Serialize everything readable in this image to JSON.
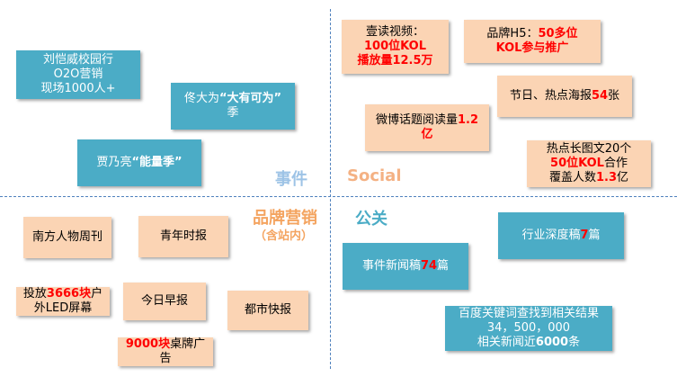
{
  "quadrant_labels": {
    "event": "事件",
    "social": "Social",
    "brand_marketing": "品牌营销",
    "brand_marketing_sub": "（含站内）",
    "pr": "公关"
  },
  "boxes": {
    "liu": {
      "l1": "刘恺威校园行",
      "l2": "O2O营销",
      "l3": "现场1000人+"
    },
    "tong": {
      "l1": "佟大为",
      "l1b": "“大有可为”",
      "l2": "季"
    },
    "jia": {
      "l1": "贾乃亮",
      "l1b": "“能量季”"
    },
    "video": {
      "l1": "壹读视频：",
      "l2": "100位KOL",
      "l3": "播放量12.5万"
    },
    "h5": {
      "l1a": "品牌H5：",
      "l1b": "50多位",
      "l2": "KOL参与推广"
    },
    "festival": {
      "t1": "节日、热点海报",
      "t2": "54",
      "t3": "张"
    },
    "weibo": {
      "t1": "微博话题阅读量",
      "t2": "1.2",
      "l2": "亿"
    },
    "hotspot": {
      "l1": "热点长图文20个",
      "l2": "50位KOL",
      "l2b": "合作",
      "l3a": "覆盖人数",
      "l3b": "1.3",
      "l3c": "亿"
    },
    "nanfang": {
      "l1": "南方人物周刊"
    },
    "qingnian": {
      "l1": "青年时报"
    },
    "led": {
      "l1a": "投放",
      "l1b": "3666块",
      "l1c": "户",
      "l2": "外LED屏幕"
    },
    "jinri": {
      "l1": "今日早报"
    },
    "dushi": {
      "l1": "都市快报"
    },
    "desk": {
      "l1a": "9000块",
      "l1b": "桌牌广",
      "l2": "告"
    },
    "depth": {
      "t1": "行业深度稿",
      "t2": "7",
      "t3": "篇"
    },
    "news": {
      "t1": "事件新闻稿",
      "t2": "74",
      "t3": "篇"
    },
    "baidu": {
      "l1": "百度关键词查找到相关结果",
      "l2": "34，500，000",
      "l3a": "相关新闻近",
      "l3b": "6000",
      "l3c": "条"
    }
  },
  "colors": {
    "teal": "#4bacc6",
    "peach": "#fbd4b4",
    "highlight": "#ff0000",
    "divider": "#4f81bd"
  }
}
